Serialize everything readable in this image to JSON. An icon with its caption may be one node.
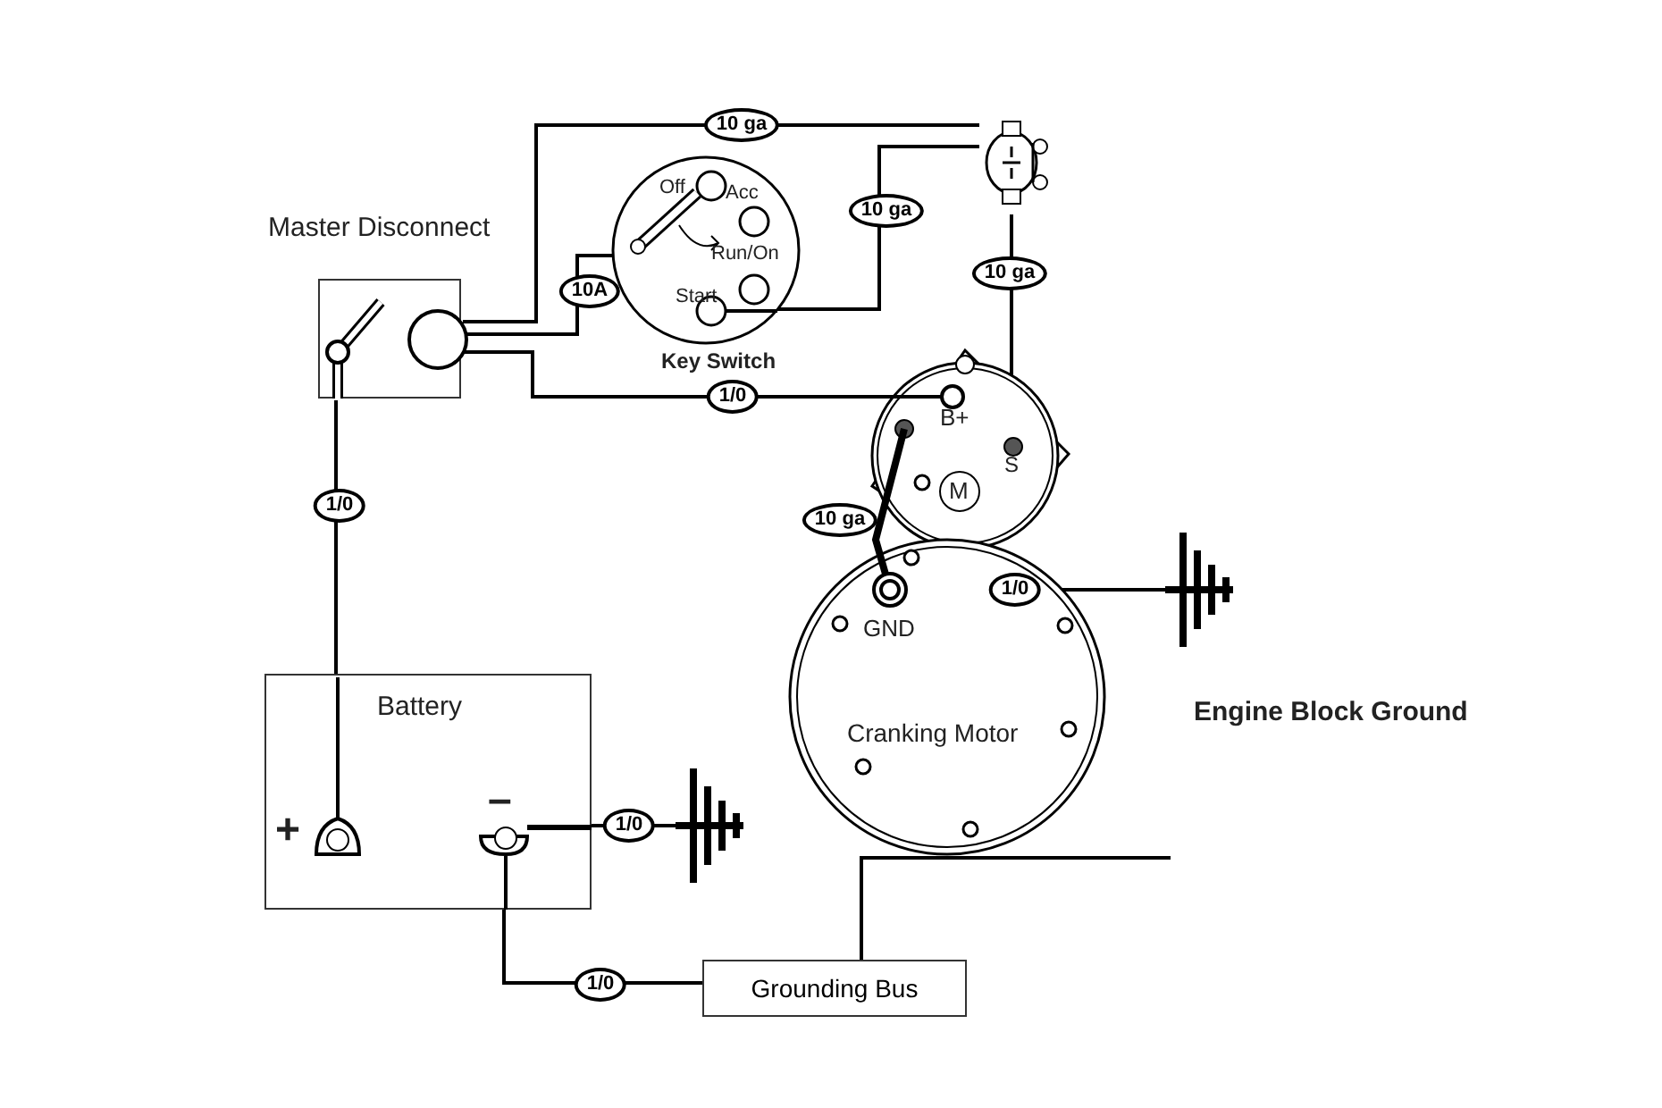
{
  "diagram": {
    "nodes": [
      {
        "text": [
          "Master Disconnect"
        ]
      },
      {
        "text": [
          "Off",
          "Acc",
          "Run/On",
          "Start",
          "Key Switch"
        ]
      },
      {
        "text": [],
        "shape": "picture"
      },
      {
        "text": [
          "B+",
          "S",
          "M",
          "GND",
          "Cranking Motor"
        ],
        "beside": [
          "10 ga"
        ]
      },
      {
        "text": [],
        "shape": "picture",
        "beside": [
          "Engine Block Ground"
        ]
      },
      {
        "text": [
          "Battery",
          "+",
          "–"
        ]
      },
      {
        "text": [],
        "shape": "picture"
      },
      {
        "text": [
          "Grounding Bus"
        ]
      }
    ],
    "edges": [
      {
        "from": 0,
        "to": 1,
        "arrow": "none",
        "label": "10A"
      },
      {
        "from": 0,
        "to": 2,
        "arrow": "none",
        "label": "10 ga"
      },
      {
        "from": 1,
        "to": 2,
        "arrow": "none",
        "label": "10 ga"
      },
      {
        "from": 2,
        "to": 3,
        "arrow": "none",
        "label": "10 ga"
      },
      {
        "from": 0,
        "to": 3,
        "arrow": "none",
        "label": "1/0"
      },
      {
        "from": 3,
        "to": 4,
        "arrow": "none",
        "label": "1/0"
      },
      {
        "from": 5,
        "to": 0,
        "arrow": "none",
        "label": "1/0"
      },
      {
        "from": 5,
        "to": 6,
        "arrow": "none",
        "label": "1/0"
      },
      {
        "from": 5,
        "to": 7,
        "arrow": "none",
        "label": "1/0"
      },
      {
        "from": 7,
        "to": null,
        "arrow": "none"
      }
    ]
  }
}
